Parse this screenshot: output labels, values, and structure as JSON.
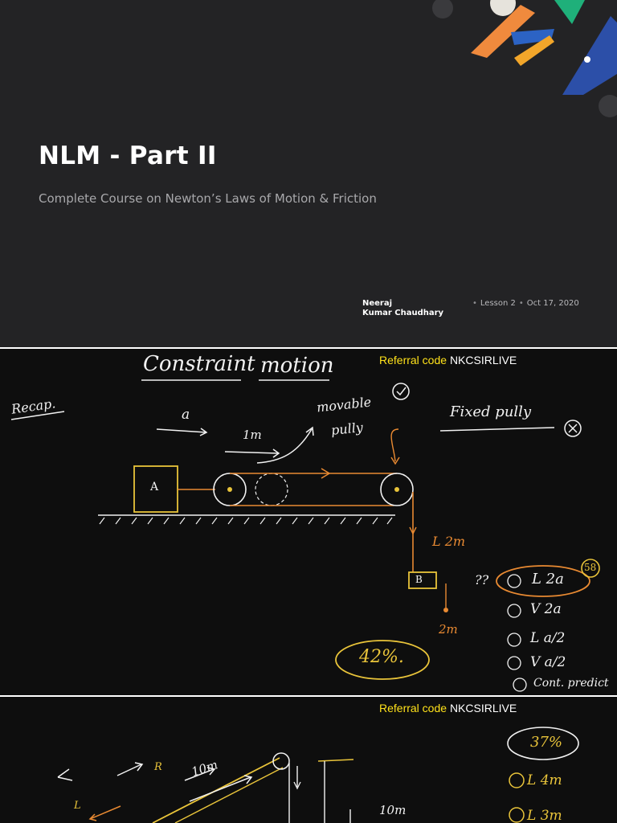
{
  "title_slide": {
    "title": "NLM - Part II",
    "subtitle": "Complete Course on Newton’s Laws of Motion & Friction",
    "author_line1": "Neeraj",
    "author_line2": "Kumar Chaudhary",
    "lesson": "Lesson 2",
    "date": "Oct 17, 2020"
  },
  "board_1": {
    "referral_label": "Referral code",
    "referral_code": "NKCSIRLIVE",
    "heading_word1": "Constraint",
    "heading_word2": "motion",
    "recap": "Recap.",
    "accel_label": "a",
    "one_m_label": "1m",
    "movable_1": "movable",
    "movable_2": "pully",
    "fixed_pully": "Fixed pully",
    "block_a": "A",
    "block_b": "B",
    "l_2m": "L 2m",
    "two_m": "2m",
    "question": "??",
    "opt_a": "L 2a",
    "opt_a_badge": "58",
    "opt_b": "V 2a",
    "opt_c": "L a/2",
    "opt_d": "V a/2",
    "opt_e": "Cont. predict",
    "percent": "42%."
  },
  "board_2": {
    "referral_label": "Referral code",
    "referral_code": "NKCSIRLIVE",
    "r_label": "R",
    "ten_m_a": "10m",
    "ten_m_b": "10m",
    "l_label": "L",
    "percent_badge": "37%",
    "opt_a": "L 4m",
    "opt_b": "L 3m"
  }
}
